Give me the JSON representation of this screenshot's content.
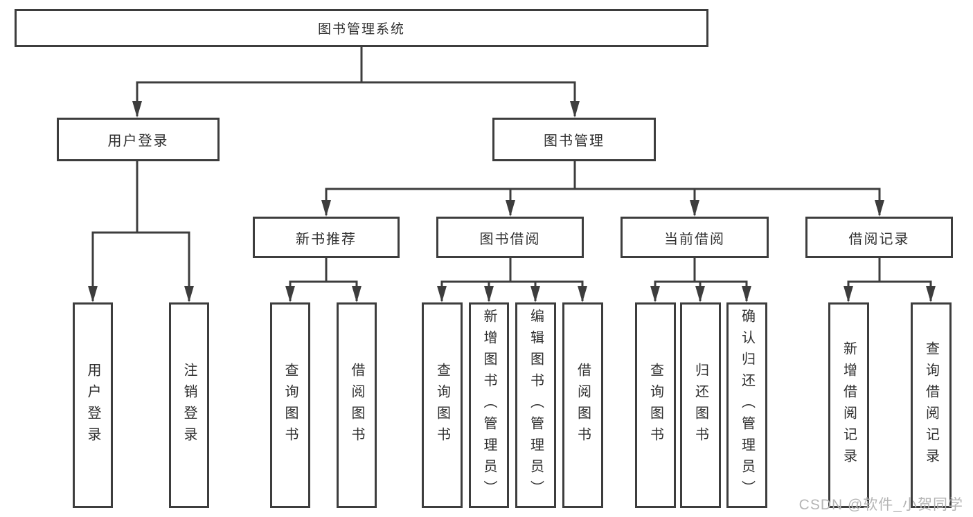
{
  "diagram": {
    "root": {
      "label": "图书管理系统"
    },
    "level2": {
      "user_login": {
        "label": "用户登录"
      },
      "book_management": {
        "label": "图书管理"
      }
    },
    "level3": {
      "new_book_recommend": {
        "label": "新书推荐"
      },
      "book_borrow": {
        "label": "图书借阅"
      },
      "current_borrow": {
        "label": "当前借阅"
      },
      "borrow_records": {
        "label": "借阅记录"
      }
    },
    "leaves": {
      "user_login": [
        "用户登录",
        "注销登录"
      ],
      "new_book_recommend": [
        "查询图书",
        "借阅图书"
      ],
      "book_borrow": [
        "查询图书",
        "新增图书（管理员）",
        "编辑图书（管理员）",
        "借阅图书"
      ],
      "current_borrow": [
        "查询图书",
        "归还图书",
        "确认归还（管理员）"
      ],
      "borrow_records": [
        "新增借阅记录",
        "查询借阅记录"
      ]
    }
  },
  "watermark": "CSDN @软件_小贺同学",
  "colors": {
    "line": "#3d3d3d",
    "box_border": "#3d3d3d",
    "text": "#2f2f2f",
    "watermark": "#b5b5b5",
    "background": "#ffffff"
  }
}
